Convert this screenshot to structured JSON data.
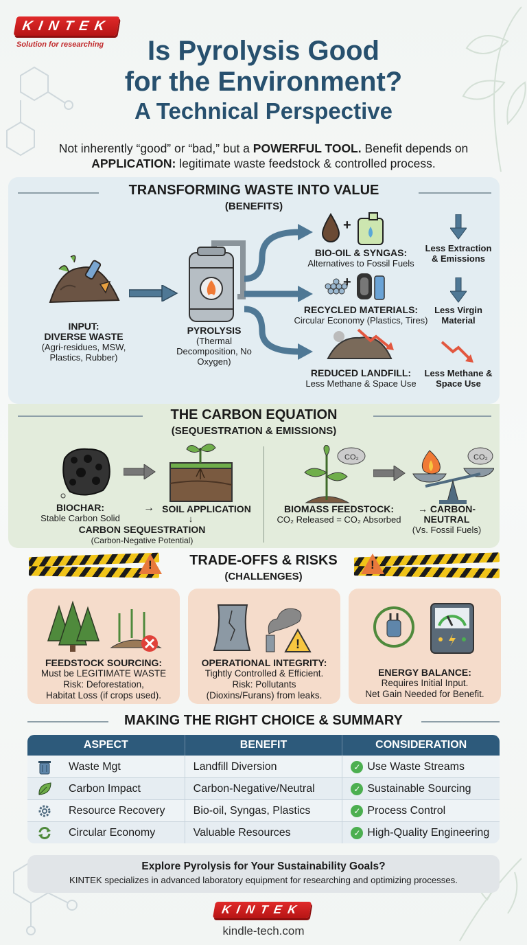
{
  "brand": {
    "name": "KINTEK",
    "tagline": "Solution for researching",
    "url": "kindle-tech.com",
    "colors": {
      "red": "#d32222",
      "navy": "#27506e",
      "table_header": "#2d5a7b",
      "check_green": "#4caf50",
      "warn_orange": "#e8793c",
      "tape_yellow": "#f0c419"
    }
  },
  "header": {
    "title_line1": "Is Pyrolysis Good",
    "title_line2": "for the Environment?",
    "subtitle": "A Technical Perspective",
    "intro_1": "Not inherently “good” or “bad,” but a ",
    "intro_bold1": "POWERFUL TOOL.",
    "intro_2": " Benefit depends on ",
    "intro_bold2": "APPLICATION:",
    "intro_3": " legitimate waste feedstock & controlled process."
  },
  "benefits": {
    "heading": "TRANSFORMING WASTE INTO VALUE",
    "subheading": "(BENEFITS)",
    "input": {
      "title1": "INPUT:",
      "title2": "DIVERSE WASTE",
      "desc": "(Agri-residues, MSW, Plastics, Rubber)"
    },
    "process": {
      "title": "PYROLYSIS",
      "desc": "(Thermal Decomposition, No Oxygen)"
    },
    "outputs": [
      {
        "title": "BIO-OIL & SYNGAS:",
        "desc": "Alternatives to Fossil Fuels",
        "effect": "Less Extraction & Emissions"
      },
      {
        "title": "RECYCLED MATERIALS:",
        "desc": "Circular Economy (Plastics, Tires)",
        "effect": "Less Virgin Material"
      },
      {
        "title": "REDUCED LANDFILL:",
        "desc": "Less Methane & Space Use",
        "effect": "Less Methane & Space Use"
      }
    ]
  },
  "carbon": {
    "heading": "THE CARBON EQUATION",
    "subheading": "(SEQUESTRATION & EMISSIONS)",
    "biochar_title": "BIOCHAR:",
    "biochar_desc": "Stable Carbon Solid",
    "arrow": "→",
    "soil_title": "SOIL APPLICATION",
    "down_arrow": "↓",
    "seq_title": "CARBON SEQUESTRATION",
    "seq_desc": "(Carbon-Negative Potential)",
    "biomass_title": "BIOMASS FEEDSTOCK:",
    "biomass_desc": "CO₂ Released = CO₂ Absorbed",
    "neutral_title": "CARBON-NEUTRAL",
    "neutral_desc": "(Vs. Fossil Fuels)",
    "co2_label": "CO₂"
  },
  "risks": {
    "heading": "TRADE-OFFS & RISKS",
    "subheading": "(CHALLENGES)",
    "cards": [
      {
        "title": "FEEDSTOCK SOURCING:",
        "line1": "Must be LEGITIMATE WASTE",
        "line2": "Risk: Deforestation,",
        "line3": "Habitat Loss (if crops used)."
      },
      {
        "title": "OPERATIONAL INTEGRITY:",
        "line1": "Tightly Controlled & Efficient.",
        "line2": "Risk: Pollutants",
        "line3": "(Dioxins/Furans) from leaks."
      },
      {
        "title": "ENERGY BALANCE:",
        "line1": "Requires Initial Input.",
        "line2": "Net Gain Needed for Benefit.",
        "line3": ""
      }
    ]
  },
  "summary": {
    "heading": "MAKING THE RIGHT CHOICE & SUMMARY",
    "columns": [
      "ASPECT",
      "BENEFIT",
      "CONSIDERATION"
    ],
    "rows": [
      {
        "icon": "trash-icon",
        "aspect": "Waste Mgt",
        "benefit": "Landfill Diversion",
        "consideration": "Use Waste Streams"
      },
      {
        "icon": "leaf-icon",
        "aspect": "Carbon Impact",
        "benefit": "Carbon-Negative/Neutral",
        "consideration": "Sustainable Sourcing"
      },
      {
        "icon": "gear-icon",
        "aspect": "Resource Recovery",
        "benefit": "Bio-oil, Syngas, Plastics",
        "consideration": "Process Control"
      },
      {
        "icon": "recycle-icon",
        "aspect": "Circular Economy",
        "benefit": "Valuable Resources",
        "consideration": "High-Quality Engineering"
      }
    ],
    "check_glyph": "✓"
  },
  "cta": {
    "heading": "Explore Pyrolysis for Your Sustainability Goals?",
    "text": "KINTEK specializes in advanced laboratory equipment for researching and optimizing processes."
  },
  "plus": "+",
  "warn_glyph": "!"
}
